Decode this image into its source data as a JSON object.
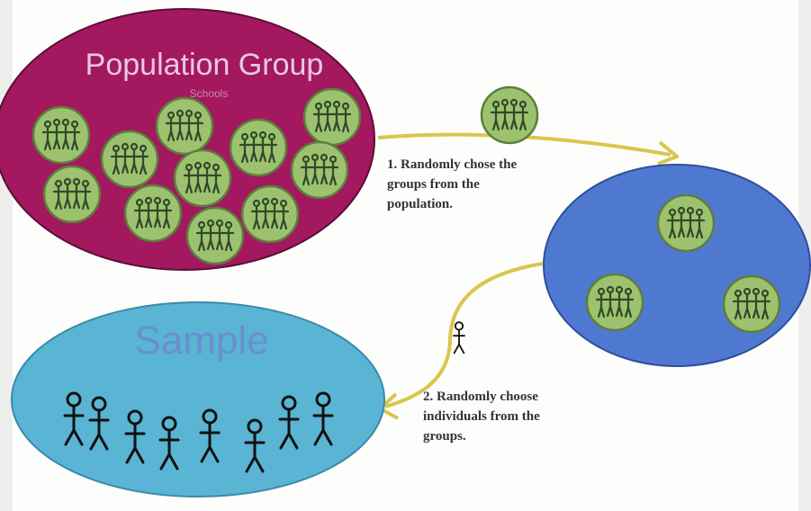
{
  "population": {
    "title": "Population Group",
    "subtitle": "Schools"
  },
  "steps": {
    "step1": [
      "1. Randomly chose the",
      "groups from the",
      "population."
    ],
    "step2": [
      "2. Randomly choose",
      "individuals from the",
      "groups."
    ]
  },
  "sample": {
    "title": "Sample"
  },
  "colors": {
    "population_fill": "#a3185f",
    "cluster_group_fill": "#4f79d1",
    "sample_fill": "#5ab4d3",
    "group_fill": "#9cc26f",
    "arrow": "#d9c64c"
  },
  "icons": {
    "group": "group-of-people-icon",
    "person": "stick-figure-icon"
  }
}
